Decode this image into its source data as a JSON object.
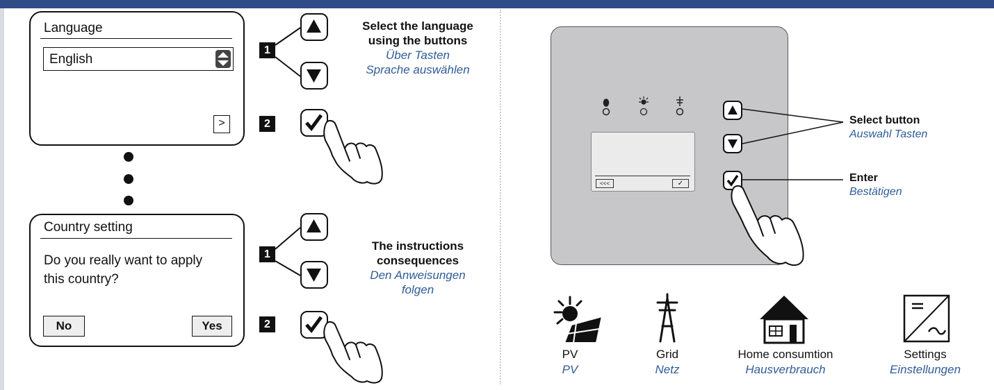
{
  "language_screen": {
    "title": "Language",
    "selected": "English",
    "next": ">"
  },
  "country_screen": {
    "title": "Country setting",
    "question": "Do you really want to apply this country?",
    "no": "No",
    "yes": "Yes"
  },
  "steps": {
    "one": "1",
    "two": "2"
  },
  "instructions": {
    "select_language_en_1": "Select the language",
    "select_language_en_2": "using the buttons",
    "select_language_de_1": "Über Tasten",
    "select_language_de_2": "Sprache auswählen",
    "consequences_en_1": "The instructions",
    "consequences_en_2": "consequences",
    "consequences_de_1": "Den Anweisungen",
    "consequences_de_2": "folgen"
  },
  "panel_labels": {
    "select_en": "Select button",
    "select_de": "Auswahl Tasten",
    "enter_en": "Enter",
    "enter_de": "Bestätigen"
  },
  "lcd": {
    "back": "<<<",
    "ok": "✓"
  },
  "legend": [
    {
      "en": "PV",
      "de": "PV",
      "icon": "pv-icon"
    },
    {
      "en": "Grid",
      "de": "Netz",
      "icon": "grid-icon"
    },
    {
      "en": "Home consumtion",
      "de": "Hausverbrauch",
      "icon": "home-icon"
    },
    {
      "en": "Settings",
      "de": "Einstellungen",
      "icon": "settings-icon"
    }
  ],
  "colors": {
    "topbar": "#2f4c86",
    "german_text": "#2f5b96",
    "panel": "#c7c7c9"
  }
}
